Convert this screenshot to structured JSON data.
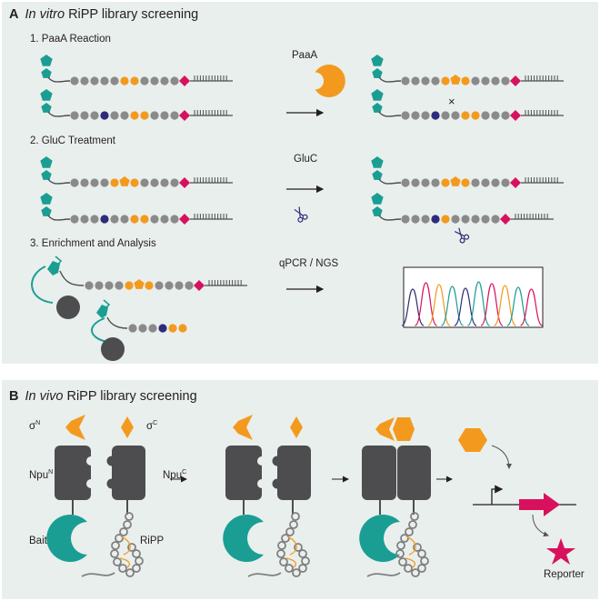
{
  "panel_a": {
    "letter": "A",
    "title_italic": "In vitro",
    "title_rest": "RiPP library screening",
    "steps": [
      "1. PaaA Reaction",
      "2. GluC Treatment",
      "3. Enrichment and Analysis"
    ],
    "arrow_labels": [
      "PaaA",
      "GluC",
      "qPCR / NGS"
    ],
    "mark_x": "×"
  },
  "panel_b": {
    "letter": "B",
    "title_italic": "In vivo",
    "title_rest": "RiPP library screening",
    "labels": {
      "sigma_n": "σ",
      "sigma_n_sup": "N",
      "sigma_c": "σ",
      "sigma_c_sup": "C",
      "npu_n": "Npu",
      "npu_n_sup": "N",
      "npu_c": "Npu",
      "npu_c_sup": "C",
      "bait": "Bait",
      "ripp": "RiPP",
      "reporter": "Reporter"
    }
  },
  "colors": {
    "panel_bg": "#e9efec",
    "teal": "#1a9e94",
    "orange": "#f39a1e",
    "grey_bead": "#8a8a8a",
    "navy": "#2e2c7a",
    "magenta": "#d8115e",
    "dark_grey": "#4d4d4f"
  }
}
